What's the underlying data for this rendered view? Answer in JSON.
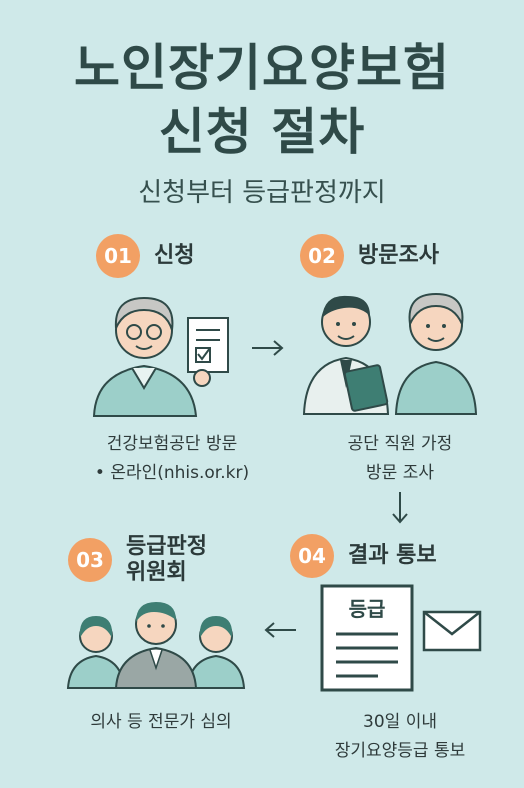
{
  "title_line1": "노인장기요양보험",
  "title_line2": "신청 절차",
  "subtitle": "신청부터 등급판정까지",
  "steps": [
    {
      "number": "01",
      "title": "신청",
      "caption_line1": "건강보험공단 방문",
      "caption_line2": "• 온라인(nhis.or.kr)"
    },
    {
      "number": "02",
      "title": "방문조사",
      "caption_line1": "공단 직원 가정",
      "caption_line2": "방문 조사"
    },
    {
      "number": "03",
      "title_line1": "등급판정",
      "title_line2": "위원회",
      "caption_line1": "의사 등 전문가 심의"
    },
    {
      "number": "04",
      "title": "결과 통보",
      "caption_line1": "30일 이내",
      "caption_line2": "장기요양등급 통보",
      "doc_label": "등급"
    }
  ],
  "colors": {
    "background": "#cfe9e9",
    "accent": "#f2a064",
    "teal": "#9ccfc9",
    "dark": "#2f4a48"
  }
}
